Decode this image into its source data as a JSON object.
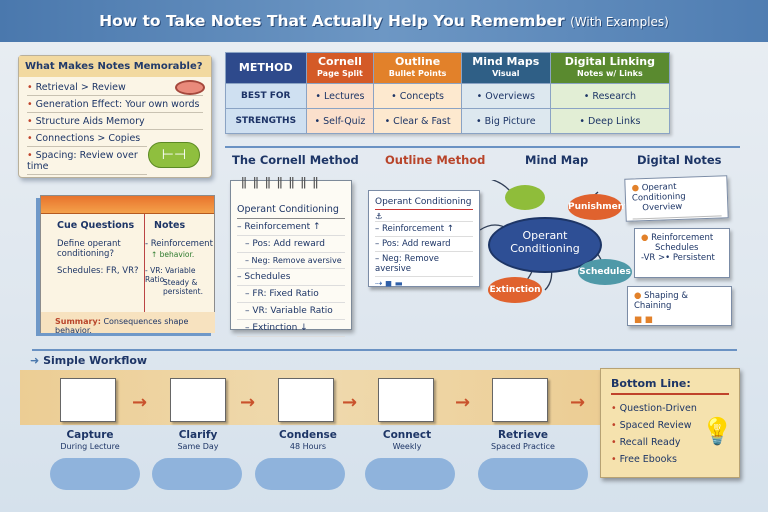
{
  "title": {
    "main": "How to Take Notes That Actually Help You Remember",
    "sub": "(With Examples)"
  },
  "memorable": {
    "heading": "What Makes Notes Memorable?",
    "items": [
      "Retrieval > Review",
      "Generation Effect: Your own words",
      "Structure Aids Memory",
      "Connections > Copies",
      "Spacing: Review over time"
    ]
  },
  "table": {
    "corner": "METHOD",
    "columns": [
      {
        "name": "Cornell",
        "sub": "Page Split",
        "color": "#d45a27",
        "bg": "#fbe0cc",
        "best": "• Lectures",
        "strength": "• Self-Quiz"
      },
      {
        "name": "Outline",
        "sub": "Bullet Points",
        "color": "#e2812a",
        "bg": "#fde9cf",
        "best": "• Concepts",
        "strength": "• Clear & Fast"
      },
      {
        "name": "Mind Maps",
        "sub": "Visual",
        "color": "#2f5f86",
        "bg": "#dde8ef",
        "best": "• Overviews",
        "strength": "• Big Picture"
      },
      {
        "name": "Digital Linking",
        "sub": "Notes w/ Links",
        "color": "#5a8a2f",
        "bg": "#e2eed5",
        "best": "• Research",
        "strength": "• Deep Links"
      }
    ],
    "rows": [
      "BEST FOR",
      "STRENGTHS"
    ],
    "header_color": "#2e4a8c"
  },
  "sections": [
    "The Cornell Method",
    "Outline Method",
    "Mind Map",
    "Digital Notes"
  ],
  "cornell": {
    "cue_header": "Cue Questions",
    "notes_header": "Notes",
    "cues": [
      "Define operant conditioning?",
      "Schedules: FR, VR?"
    ],
    "notes": [
      "- Reinforcement",
      "↑ behavior.",
      "- VR: Variable Ratio.",
      "Steady & persistent."
    ],
    "summary_label": "Summary:",
    "summary": "Consequences shape behavior."
  },
  "pad": {
    "title": "Operant Conditioning",
    "lines": [
      "– Reinforcement ↑",
      "– Pos:  Add reward",
      "– Neg: Remove aversive",
      "– Schedules",
      "– FR: Fixed Ratio",
      "– VR: Variable Ratio",
      "– Extinction ↓"
    ]
  },
  "outline": {
    "title": "Operant Conditioning",
    "lines": [
      "– Reinforcement ↑",
      "– Pos: Add reward",
      "– Neg: Remove aversive"
    ]
  },
  "mindmap": {
    "center": "Operant Conditioning",
    "nodes": [
      "Punishment",
      "Schedules",
      "Extinction"
    ]
  },
  "digital": {
    "cards": [
      {
        "title": "Operant Conditioning",
        "sub": "Overview"
      },
      {
        "title": "Reinforcement",
        "sub": "Schedules",
        "extra": "-VR >• Persistent"
      },
      {
        "title": "Shaping & Chaining"
      }
    ]
  },
  "workflow": {
    "title": "Simple Workflow",
    "steps": [
      {
        "name": "Capture",
        "when": "During Lecture"
      },
      {
        "name": "Clarify",
        "when": "Same Day"
      },
      {
        "name": "Condense",
        "when": "48 Hours"
      },
      {
        "name": "Connect",
        "when": "Weekly"
      },
      {
        "name": "Retrieve",
        "when": "Spaced Practice"
      }
    ]
  },
  "bottom_line": {
    "title": "Bottom Line:",
    "items": [
      "Question-Driven",
      "Spaced Review",
      "Recall Ready",
      "Free Ebooks"
    ]
  }
}
